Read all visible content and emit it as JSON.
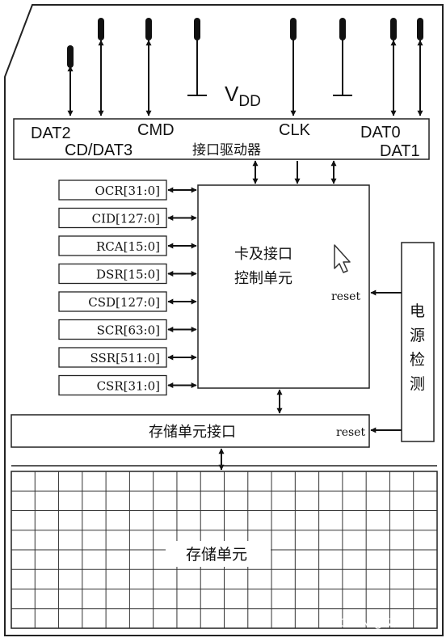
{
  "pins": {
    "dat2": "DAT2",
    "cd_dat3": "CD/DAT3",
    "cmd": "CMD",
    "vdd_main": "V",
    "vdd_sub": "DD",
    "clk": "CLK",
    "dat0": "DAT0",
    "dat1": "DAT1"
  },
  "interface_driver": "接口驱动器",
  "registers": [
    "OCR[31:0]",
    "CID[127:0]",
    "RCA[15:0]",
    "DSR[15:0]",
    "CSD[127:0]",
    "SCR[63:0]",
    "SSR[511:0]",
    "CSR[31:0]"
  ],
  "control_unit": {
    "line1": "卡及接口",
    "line2": "控制单元",
    "reset": "reset"
  },
  "power_detect": [
    "电",
    "源",
    "检",
    "测"
  ],
  "memory_interface": {
    "label": "存储单元接口",
    "reset": "reset"
  },
  "memory_unit": "存储单元",
  "watermark": "CSDN @汉广"
}
